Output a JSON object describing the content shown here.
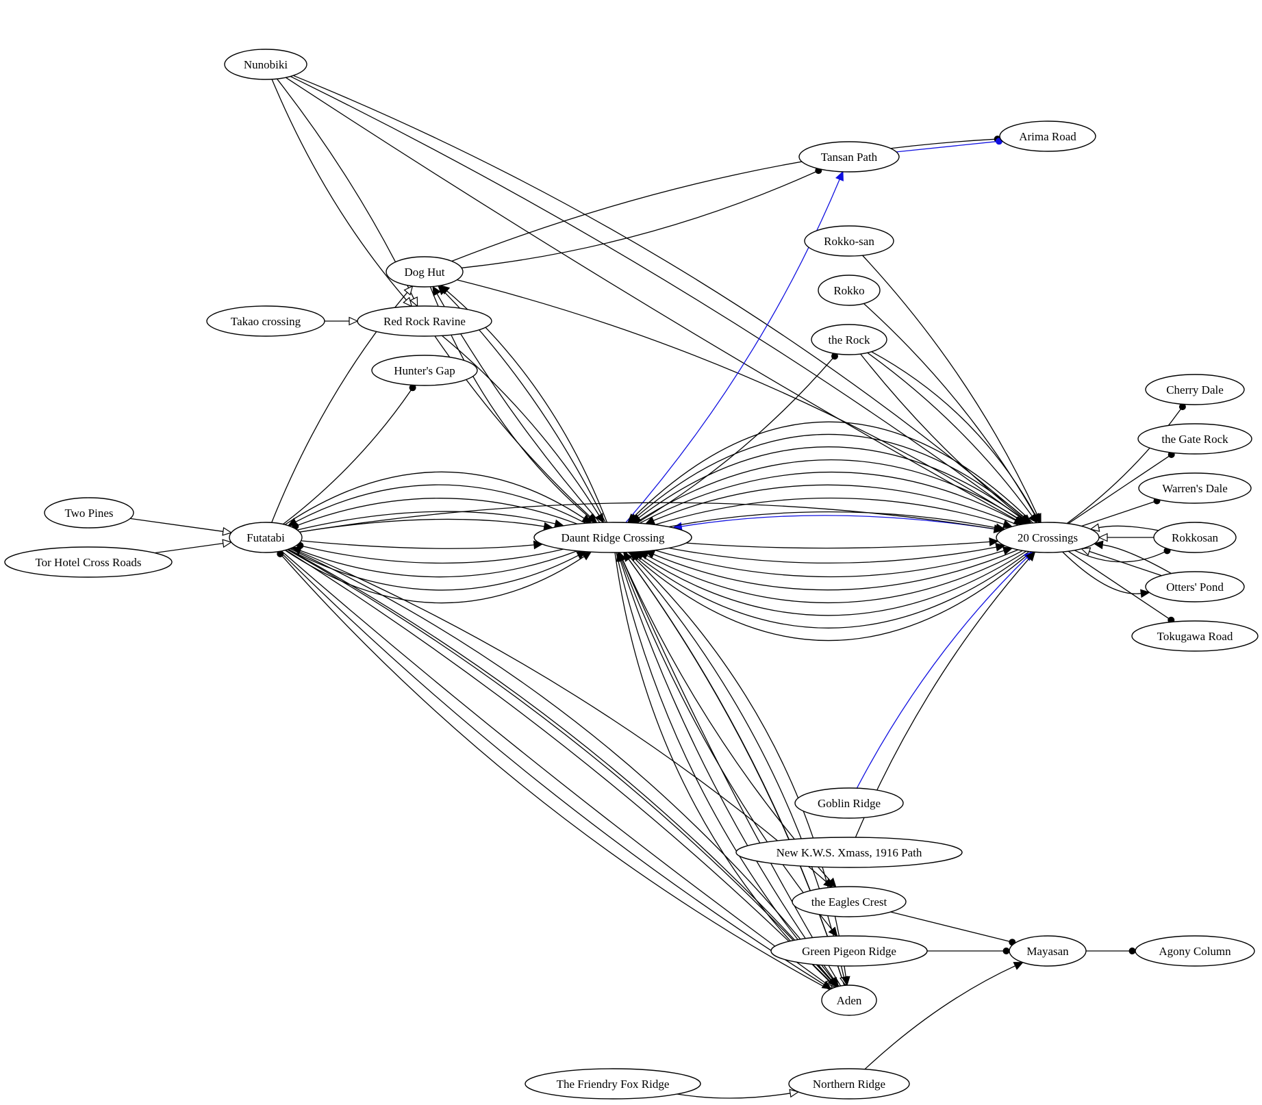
{
  "diagram": {
    "type": "directed-graph",
    "colors": {
      "edge": "#000000",
      "highlight": "#1010e0",
      "node_fill": "#ffffff",
      "node_stroke": "#000000"
    },
    "nodes": [
      {
        "id": "nunobiki",
        "label": "Nunobiki"
      },
      {
        "id": "arima",
        "label": "Arima Road"
      },
      {
        "id": "tansan",
        "label": "Tansan Path"
      },
      {
        "id": "rokkosan2",
        "label": "Rokko-san"
      },
      {
        "id": "doghut",
        "label": "Dog Hut"
      },
      {
        "id": "rokko",
        "label": "Rokko"
      },
      {
        "id": "takao",
        "label": "Takao crossing"
      },
      {
        "id": "redrock",
        "label": "Red Rock Ravine"
      },
      {
        "id": "rock",
        "label": "the Rock"
      },
      {
        "id": "hunters",
        "label": "Hunter's Gap"
      },
      {
        "id": "cherry",
        "label": "Cherry Dale"
      },
      {
        "id": "gate",
        "label": "the Gate Rock"
      },
      {
        "id": "twopines",
        "label": "Two Pines"
      },
      {
        "id": "warrens",
        "label": "Warren's Dale"
      },
      {
        "id": "futatabi",
        "label": "Futatabi"
      },
      {
        "id": "daunt",
        "label": "Daunt Ridge Crossing"
      },
      {
        "id": "c20",
        "label": "20 Crossings"
      },
      {
        "id": "rokkosan",
        "label": "Rokkosan"
      },
      {
        "id": "torhotel",
        "label": "Tor Hotel Cross Roads"
      },
      {
        "id": "otters",
        "label": "Otters' Pond"
      },
      {
        "id": "tokugawa",
        "label": "Tokugawa Road"
      },
      {
        "id": "goblin",
        "label": "Goblin Ridge"
      },
      {
        "id": "kws",
        "label": "New K.W.S. Xmass, 1916 Path"
      },
      {
        "id": "eagles",
        "label": "the Eagles Crest"
      },
      {
        "id": "pigeon",
        "label": "Green Pigeon Ridge"
      },
      {
        "id": "mayasan",
        "label": "Mayasan"
      },
      {
        "id": "agony",
        "label": "Agony Column"
      },
      {
        "id": "aden",
        "label": "Aden"
      },
      {
        "id": "fox",
        "label": "The Friendry Fox Ridge"
      },
      {
        "id": "northern",
        "label": "Northern Ridge"
      }
    ],
    "edges": [
      {
        "from": "nunobiki",
        "to": "c20",
        "head": "normal"
      },
      {
        "from": "nunobiki",
        "to": "c20",
        "head": "normal"
      },
      {
        "from": "nunobiki",
        "to": "c20",
        "head": "normal"
      },
      {
        "from": "nunobiki",
        "to": "redrock",
        "head": "empty"
      },
      {
        "from": "nunobiki",
        "to": "redrock",
        "head": "empty"
      },
      {
        "from": "takao",
        "to": "redrock",
        "head": "empty"
      },
      {
        "from": "doghut",
        "to": "arima",
        "head": "dot"
      },
      {
        "from": "doghut",
        "to": "tansan",
        "head": "dot"
      },
      {
        "from": "tansan",
        "to": "arima",
        "head": "dot",
        "color": "highlight"
      },
      {
        "from": "doghut",
        "to": "c20",
        "head": "normal"
      },
      {
        "from": "daunt",
        "to": "doghut",
        "head": "normal"
      },
      {
        "from": "daunt",
        "to": "doghut",
        "head": "normal"
      },
      {
        "from": "daunt",
        "to": "doghut",
        "head": "normal"
      },
      {
        "from": "doghut",
        "to": "daunt",
        "head": "normal"
      },
      {
        "from": "redrock",
        "to": "daunt",
        "head": "normal"
      },
      {
        "from": "redrock",
        "to": "daunt",
        "head": "normal"
      },
      {
        "from": "futatabi",
        "to": "doghut",
        "head": "empty"
      },
      {
        "from": "futatabi",
        "to": "hunters",
        "head": "dot"
      },
      {
        "from": "rokkosan2",
        "to": "c20",
        "head": "normal"
      },
      {
        "from": "rokko",
        "to": "c20",
        "head": "normal"
      },
      {
        "from": "rock",
        "to": "c20",
        "head": "normal"
      },
      {
        "from": "rock",
        "to": "c20",
        "head": "normal"
      },
      {
        "from": "rock",
        "to": "c20",
        "head": "normal"
      },
      {
        "from": "daunt",
        "to": "rock",
        "head": "dot"
      },
      {
        "from": "daunt",
        "to": "tansan",
        "head": "normal",
        "color": "highlight"
      },
      {
        "from": "c20",
        "to": "daunt",
        "head": "normal",
        "color": "highlight"
      },
      {
        "from": "twopines",
        "to": "futatabi",
        "head": "empty"
      },
      {
        "from": "torhotel",
        "to": "futatabi",
        "head": "empty"
      },
      {
        "from": "futatabi",
        "to": "daunt",
        "head": "normal"
      },
      {
        "from": "futatabi",
        "to": "daunt",
        "head": "normal"
      },
      {
        "from": "futatabi",
        "to": "daunt",
        "head": "normal"
      },
      {
        "from": "daunt",
        "to": "futatabi",
        "head": "dot"
      },
      {
        "from": "daunt",
        "to": "futatabi",
        "head": "dot"
      },
      {
        "from": "daunt",
        "to": "futatabi",
        "head": "normal"
      },
      {
        "from": "daunt",
        "to": "futatabi",
        "head": "normal"
      },
      {
        "from": "futatabi",
        "to": "daunt",
        "head": "normal"
      },
      {
        "from": "futatabi",
        "to": "daunt",
        "head": "normal"
      },
      {
        "from": "futatabi",
        "to": "daunt",
        "head": "normal"
      },
      {
        "from": "daunt",
        "to": "c20",
        "head": "normal"
      },
      {
        "from": "daunt",
        "to": "c20",
        "head": "normal"
      },
      {
        "from": "daunt",
        "to": "c20",
        "head": "normal"
      },
      {
        "from": "daunt",
        "to": "c20",
        "head": "normal"
      },
      {
        "from": "daunt",
        "to": "c20",
        "head": "normal"
      },
      {
        "from": "c20",
        "to": "daunt",
        "head": "normal"
      },
      {
        "from": "c20",
        "to": "daunt",
        "head": "normal"
      },
      {
        "from": "daunt",
        "to": "c20",
        "head": "normal"
      },
      {
        "from": "c20",
        "to": "daunt",
        "head": "normal"
      },
      {
        "from": "daunt",
        "to": "c20",
        "head": "dot"
      },
      {
        "from": "c20",
        "to": "daunt",
        "head": "normal"
      },
      {
        "from": "c20",
        "to": "daunt",
        "head": "normal"
      },
      {
        "from": "c20",
        "to": "daunt",
        "head": "normal"
      },
      {
        "from": "c20",
        "to": "daunt",
        "head": "normal"
      },
      {
        "from": "c20",
        "to": "daunt",
        "head": "normal"
      },
      {
        "from": "c20",
        "to": "daunt",
        "head": "normal"
      },
      {
        "from": "c20",
        "to": "cherry",
        "head": "dot"
      },
      {
        "from": "c20",
        "to": "gate",
        "head": "dot"
      },
      {
        "from": "c20",
        "to": "warrens",
        "head": "dot"
      },
      {
        "from": "rokkosan",
        "to": "c20",
        "head": "empty"
      },
      {
        "from": "rokkosan",
        "to": "c20",
        "head": "empty"
      },
      {
        "from": "c20",
        "to": "rokkosan",
        "head": "dot"
      },
      {
        "from": "otters",
        "to": "c20",
        "head": "empty"
      },
      {
        "from": "otters",
        "to": "c20",
        "head": "normal"
      },
      {
        "from": "c20",
        "to": "otters",
        "head": "normal"
      },
      {
        "from": "c20",
        "to": "tokugawa",
        "head": "dot"
      },
      {
        "from": "goblin",
        "to": "c20",
        "head": "normal",
        "color": "highlight"
      },
      {
        "from": "kws",
        "to": "c20",
        "head": "normal"
      },
      {
        "from": "futatabi",
        "to": "c20",
        "head": "normal"
      },
      {
        "from": "futatabi",
        "to": "eagles",
        "head": "normal"
      },
      {
        "from": "daunt",
        "to": "eagles",
        "head": "normal"
      },
      {
        "from": "daunt",
        "to": "pigeon",
        "head": "normal"
      },
      {
        "from": "aden",
        "to": "daunt",
        "head": "normal"
      },
      {
        "from": "aden",
        "to": "daunt",
        "head": "normal"
      },
      {
        "from": "aden",
        "to": "daunt",
        "head": "normal"
      },
      {
        "from": "aden",
        "to": "daunt",
        "head": "normal"
      },
      {
        "from": "daunt",
        "to": "aden",
        "head": "empty"
      },
      {
        "from": "daunt",
        "to": "aden",
        "head": "empty"
      },
      {
        "from": "daunt",
        "to": "aden",
        "head": "normal"
      },
      {
        "from": "daunt",
        "to": "aden",
        "head": "normal"
      },
      {
        "from": "futatabi",
        "to": "aden",
        "head": "empty"
      },
      {
        "from": "futatabi",
        "to": "aden",
        "head": "empty"
      },
      {
        "from": "futatabi",
        "to": "aden",
        "head": "empty"
      },
      {
        "from": "futatabi",
        "to": "aden",
        "head": "normal"
      },
      {
        "from": "futatabi",
        "to": "aden",
        "head": "normal"
      },
      {
        "from": "aden",
        "to": "futatabi",
        "head": "dot"
      },
      {
        "from": "futatabi",
        "to": "aden",
        "head": "normal"
      },
      {
        "from": "eagles",
        "to": "mayasan",
        "head": "dot"
      },
      {
        "from": "pigeon",
        "to": "mayasan",
        "head": "dot"
      },
      {
        "from": "mayasan",
        "to": "agony",
        "head": "dot"
      },
      {
        "from": "fox",
        "to": "northern",
        "head": "empty"
      },
      {
        "from": "northern",
        "to": "mayasan",
        "head": "normal"
      }
    ]
  }
}
